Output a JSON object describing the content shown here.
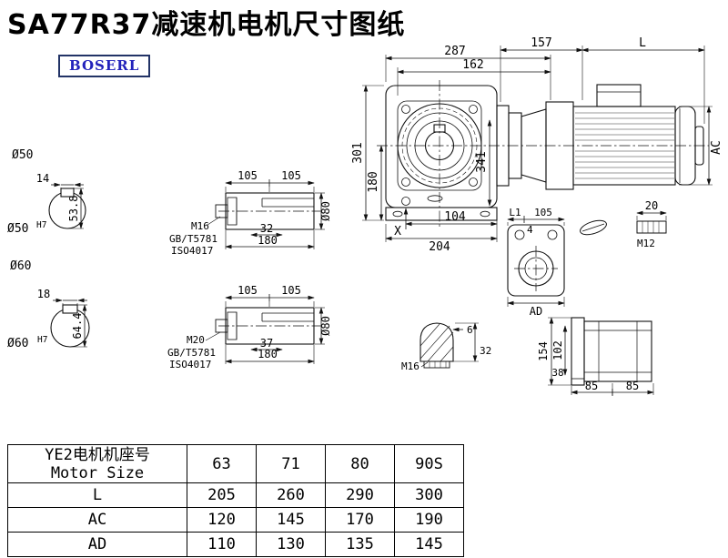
{
  "page": {
    "title": "SA77R37减速机电机尺寸图纸",
    "logo": "BOSERL"
  },
  "main_view": {
    "d287": "287",
    "d162": "162",
    "d157": "157",
    "dL": "L",
    "d301": "301",
    "d180": "180",
    "d341": "341",
    "dX": "X",
    "d104": "104",
    "d204": "204",
    "dAC": "AC"
  },
  "shaft50": {
    "dia": "Ø50",
    "key_width": "14",
    "key_height": "53.8",
    "bore": "Ø50",
    "fit": "H7"
  },
  "shaft60": {
    "dia": "Ø60",
    "key_width": "18",
    "key_height": "64.4",
    "bore": "Ø60",
    "fit": "H7"
  },
  "shaft_a": {
    "d105_1": "105",
    "d105_2": "105",
    "thread": "M16",
    "d32": "32",
    "std1": "GB/T5781",
    "std2": "ISO4017",
    "length": "180",
    "dia": "Ø80"
  },
  "shaft_b": {
    "d105_1": "105",
    "d105_2": "105",
    "thread": "M20",
    "d37": "37",
    "std1": "GB/T5781",
    "std2": "ISO4017",
    "length": "180",
    "dia": "Ø80"
  },
  "rear_view": {
    "dL1": "L1",
    "d105": "105",
    "d4": "4",
    "dAD": "AD"
  },
  "pin_detail": {
    "d20": "20",
    "thread": "M12"
  },
  "plug_detail": {
    "d6": "6",
    "d32": "32",
    "thread": "M16"
  },
  "flange_view": {
    "d154": "154",
    "d102": "102",
    "d38": "38",
    "d85_1": "85",
    "d85_2": "85"
  },
  "table": {
    "header_cn": "YE2电机机座号",
    "header_en": "Motor Size",
    "columns": [
      "63",
      "71",
      "80",
      "90S"
    ],
    "rows": [
      {
        "label": "L",
        "values": [
          "205",
          "260",
          "290",
          "300"
        ]
      },
      {
        "label": "AC",
        "values": [
          "120",
          "145",
          "170",
          "190"
        ]
      },
      {
        "label": "AD",
        "values": [
          "110",
          "130",
          "135",
          "145"
        ]
      }
    ]
  }
}
